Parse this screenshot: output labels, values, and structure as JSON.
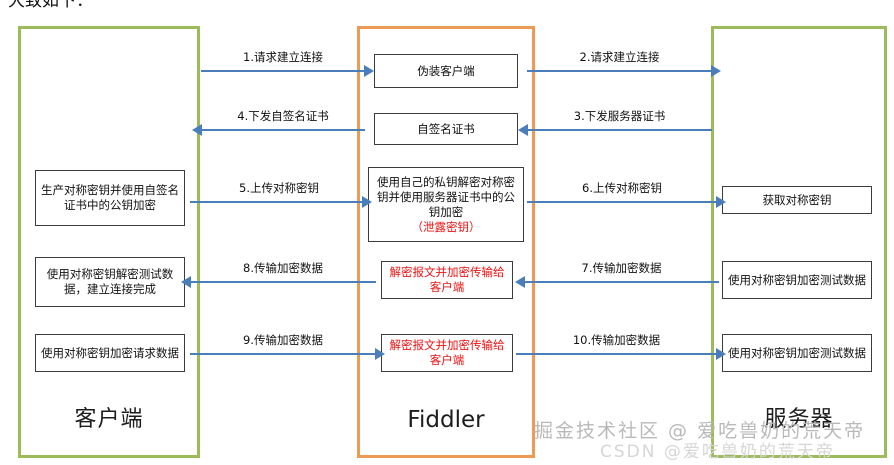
{
  "page": {
    "top_cut_text": "大致如下：",
    "watermark_main": "掘金技术社区 @ 爱吃兽奶的荒天帝",
    "watermark_faint": "CSDN @爱吃兽奶的荒天帝",
    "colors": {
      "client_lane_border": "#9CBB5A",
      "server_lane_border": "#9CBB5A",
      "fiddler_lane_border": "#ED9A55",
      "arrow": "#4A7EBB",
      "box_border": "#3C3C3C",
      "alert_text": "#EE1111",
      "background": "#FFFFFF"
    }
  },
  "lanes": [
    {
      "id": "client",
      "title": "客户端"
    },
    {
      "id": "fiddler",
      "title": "Fiddler"
    },
    {
      "id": "server",
      "title": "服务器"
    }
  ],
  "boxes": {
    "client": [
      {
        "name": "client-generate-key-box",
        "text": "生产对称密钥并使用自签名证书中的公钥加密"
      },
      {
        "name": "client-decrypt-test-box",
        "text": "使用对称密钥解密测试数据，建立连接完成"
      },
      {
        "name": "client-encrypt-request-box",
        "text": "使用对称密钥加密请求数据"
      }
    ],
    "fiddler": [
      {
        "name": "fiddler-fake-client-box",
        "text": "伪装客户端"
      },
      {
        "name": "fiddler-self-signed-cert-box",
        "text": "自签名证书"
      },
      {
        "name": "fiddler-decrypt-reencrypt-key-box",
        "text_plain": "使用自己的私钥解密对称密钥并使用服务器证书中的公钥加密",
        "text_alert": "（泄露密钥）"
      },
      {
        "name": "fiddler-decrypt-forward-box-1",
        "text": "解密报文并加密传输给客户端"
      },
      {
        "name": "fiddler-decrypt-forward-box-2",
        "text": "解密报文并加密传输给客户端"
      }
    ],
    "server": [
      {
        "name": "server-get-key-box",
        "text": "获取对称密钥"
      },
      {
        "name": "server-encrypt-test-box-1",
        "text": "使用对称密钥加密测试数据"
      },
      {
        "name": "server-encrypt-test-box-2",
        "text": "使用对称密钥加密测试数据"
      }
    ]
  },
  "arrows": [
    {
      "n": 1,
      "label": "1.请求建立连接",
      "dir": "right",
      "from": "client",
      "to": "fiddler"
    },
    {
      "n": 2,
      "label": "2.请求建立连接",
      "dir": "right",
      "from": "fiddler",
      "to": "server"
    },
    {
      "n": 3,
      "label": "3.下发服务器证书",
      "dir": "left",
      "from": "server",
      "to": "fiddler"
    },
    {
      "n": 4,
      "label": "4.下发自签名证书",
      "dir": "left",
      "from": "fiddler",
      "to": "client"
    },
    {
      "n": 5,
      "label": "5.上传对称密钥",
      "dir": "right",
      "from": "client",
      "to": "fiddler"
    },
    {
      "n": 6,
      "label": "6.上传对称密钥",
      "dir": "right",
      "from": "fiddler",
      "to": "server"
    },
    {
      "n": 7,
      "label": "7.传输加密数据",
      "dir": "left",
      "from": "server",
      "to": "fiddler"
    },
    {
      "n": 8,
      "label": "8.传输加密数据",
      "dir": "left",
      "from": "fiddler",
      "to": "client"
    },
    {
      "n": 9,
      "label": "9.传输加密数据",
      "dir": "right",
      "from": "client",
      "to": "fiddler"
    },
    {
      "n": 10,
      "label": "10.传输加密数据",
      "dir": "right",
      "from": "fiddler",
      "to": "server"
    }
  ]
}
